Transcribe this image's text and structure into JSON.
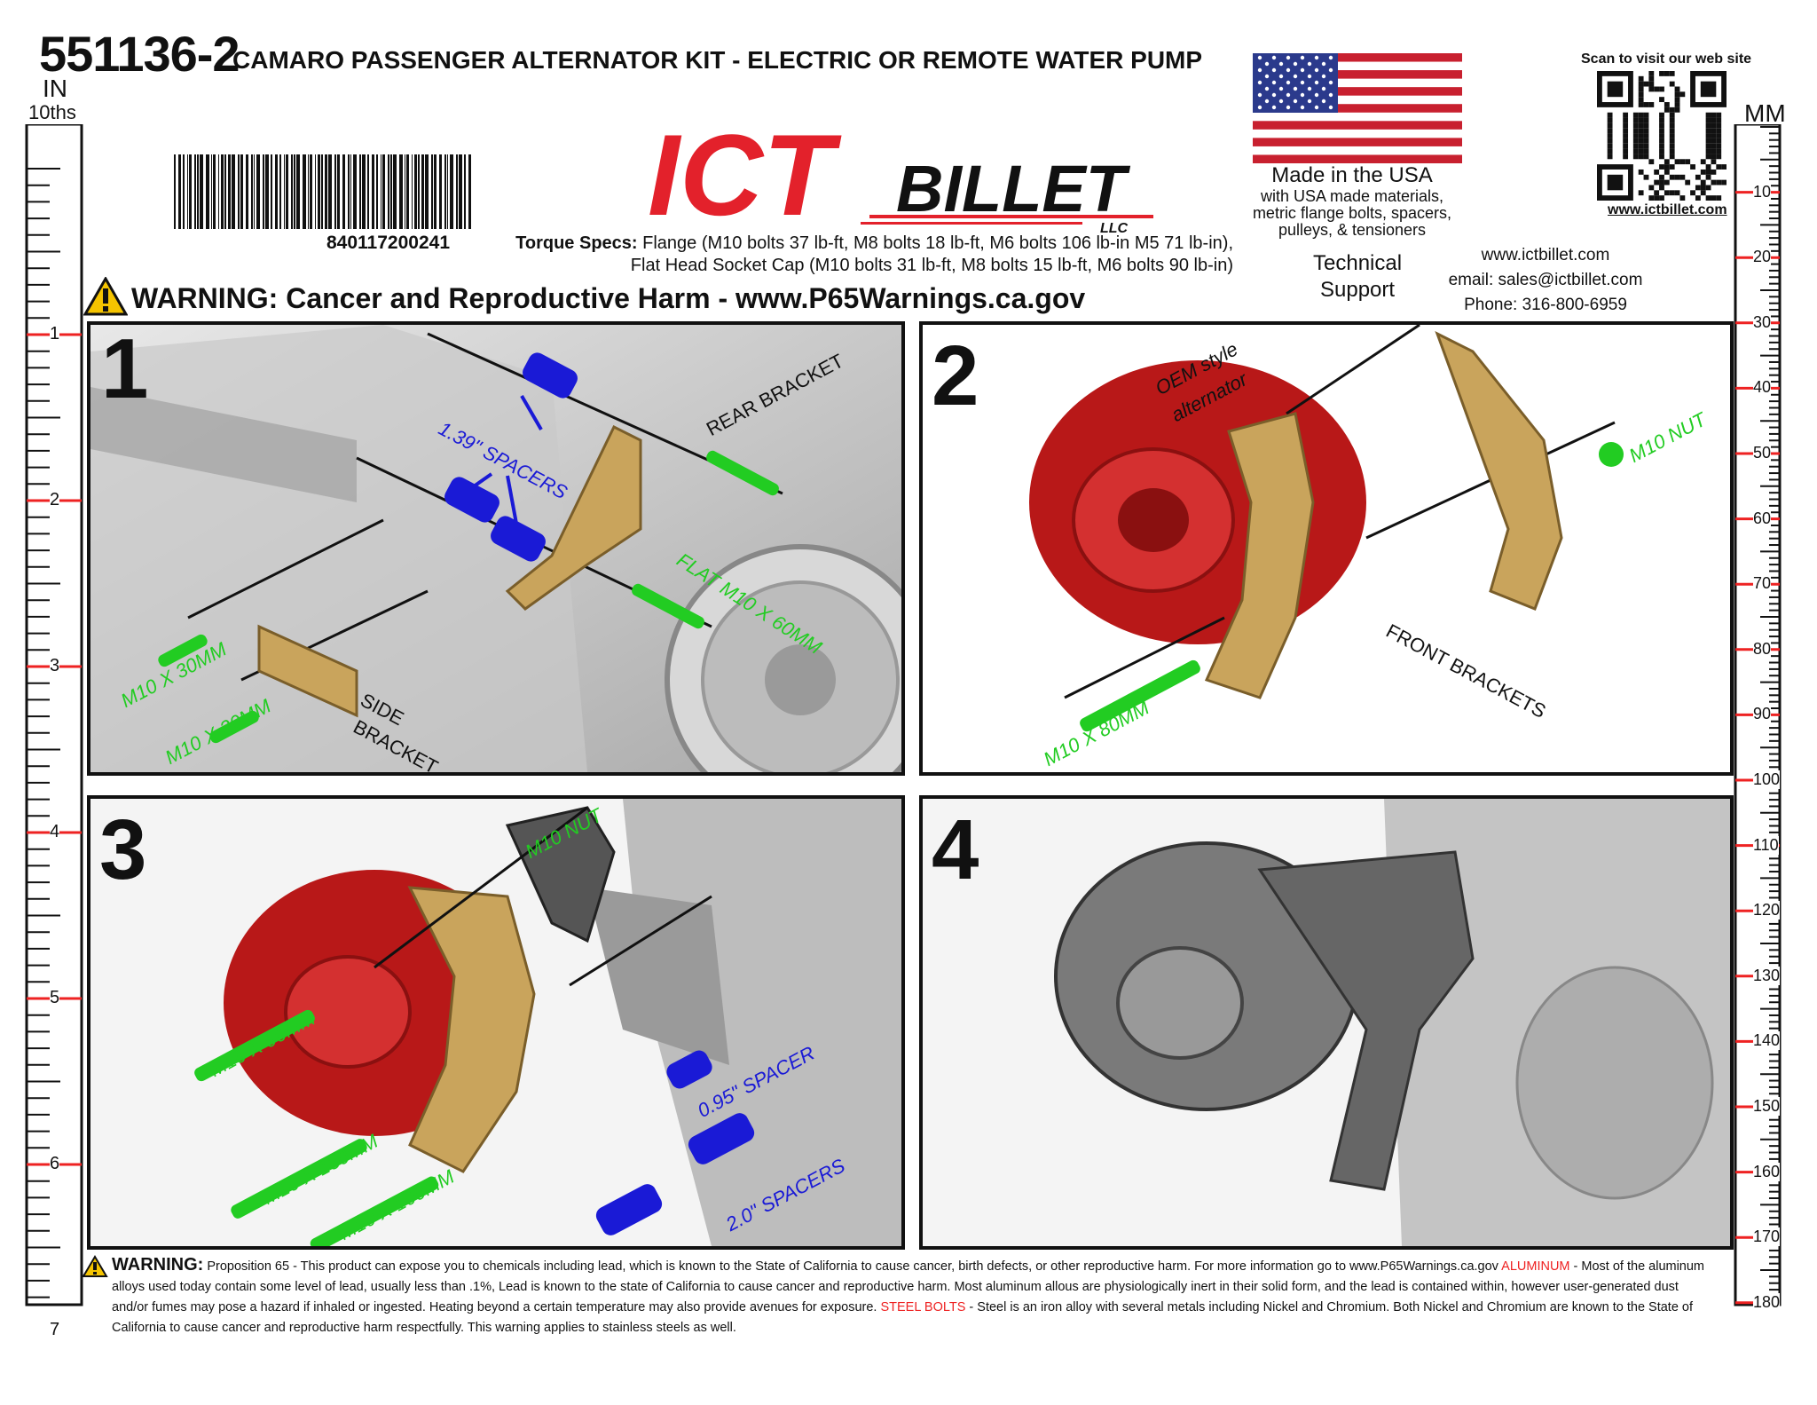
{
  "header": {
    "part_number": "551136-2",
    "title": "CAMARO PASSENGER ALTERNATOR KIT - ELECTRIC OR REMOTE WATER PUMP",
    "unit_in": "IN",
    "unit_in_sub": "10ths",
    "unit_mm": "MM"
  },
  "barcode": {
    "number": "840117200241"
  },
  "torque": {
    "label": "Torque Specs:",
    "line1": " Flange (M10 bolts 37 lb-ft, M8 bolts 18 lb-ft, M6 bolts 106 lb-in M5 71 lb-in),",
    "line2": "Flat Head Socket Cap (M10 bolts 31 lb-ft, M8 bolts 15 lb-ft, M6 bolts 90 lb-in)"
  },
  "logo": {
    "brand": "ICT",
    "word": "BILLET",
    "suffix": "LLC"
  },
  "made_in_usa": {
    "title": "Made in the USA",
    "line1": "with USA made materials,",
    "line2": "metric flange bolts, spacers,",
    "line3": "pulleys, & tensioners"
  },
  "qr": {
    "caption": "Scan to visit our web site",
    "url": "www.ictbillet.com"
  },
  "support": {
    "line1": "Technical",
    "line2": "Support"
  },
  "contact": {
    "web": "www.ictbillet.com",
    "email": "email: sales@ictbillet.com",
    "phone": "Phone: 316-800-6959"
  },
  "warning_top": "WARNING: Cancer and Reproductive Harm - www.P65Warnings.ca.gov",
  "ruler_in": [
    "1",
    "2",
    "3",
    "4",
    "5",
    "6",
    "7"
  ],
  "ruler_mm": [
    "10",
    "20",
    "30",
    "40",
    "50",
    "60",
    "70",
    "80",
    "90",
    "100",
    "110",
    "120",
    "130",
    "140",
    "150",
    "160",
    "170",
    "180"
  ],
  "panels": {
    "p1": {
      "number": "1",
      "spacers": "1.39\" SPACERS",
      "rear": "REAR BRACKET",
      "flat": "FLAT M10 X 60MM",
      "bolt_a": "M10 X 30MM",
      "bolt_b": "M10 X 30MM",
      "side1": "SIDE",
      "side2": "BRACKET"
    },
    "p2": {
      "number": "2",
      "oem1": "OEM style",
      "oem2": "alternator",
      "nut": "M10 NUT",
      "bolt": "M10 X 80MM",
      "front1": "FRONT BRACKETS"
    },
    "p3": {
      "number": "3",
      "nut": "M10 NUT",
      "bolt_90": "M10 X 90MM",
      "bolt_130": "M10 X 130MM",
      "bolt_100": "M10 X 100MM",
      "spacer_095": "0.95\" SPACER",
      "spacer_20": "2.0\" SPACERS"
    },
    "p4": {
      "number": "4"
    }
  },
  "footer": {
    "warning": "WARNING:",
    "text1": " Proposition 65 - This product can expose you to chemicals including lead, which is known to the State of California to cause cancer, birth defects, or other reproductive harm. For more information go to www.P65Warnings.ca.gov ",
    "aluminum": "ALUMINUM",
    "text2": " - Most of the aluminum alloys used today contain some level of lead, usually less than .1%, Lead is known to the state of California to cause cancer and reproductive harm. Most aluminum allous are physiologically inert in their solid form, and the lead is contained within, however user-generated dust and/or fumes may pose a hazard if inhaled or ingested. Heating beyond a certain temperature may also provide avenues for exposure. ",
    "steel": "STEEL BOLTS",
    "text3": " - Steel is an iron alloy with several metals including Nickel and Chromium. Both Nickel and Chromium are known to the State of California to cause cancer and reproductive harm respectfully. This warning applies to stainless steels as well."
  },
  "colors": {
    "red": "#e3212b",
    "bolt": "#22cc22",
    "spacer": "#1a1ad6",
    "bracket": "#c9a45c",
    "alternator": "#b81818"
  }
}
